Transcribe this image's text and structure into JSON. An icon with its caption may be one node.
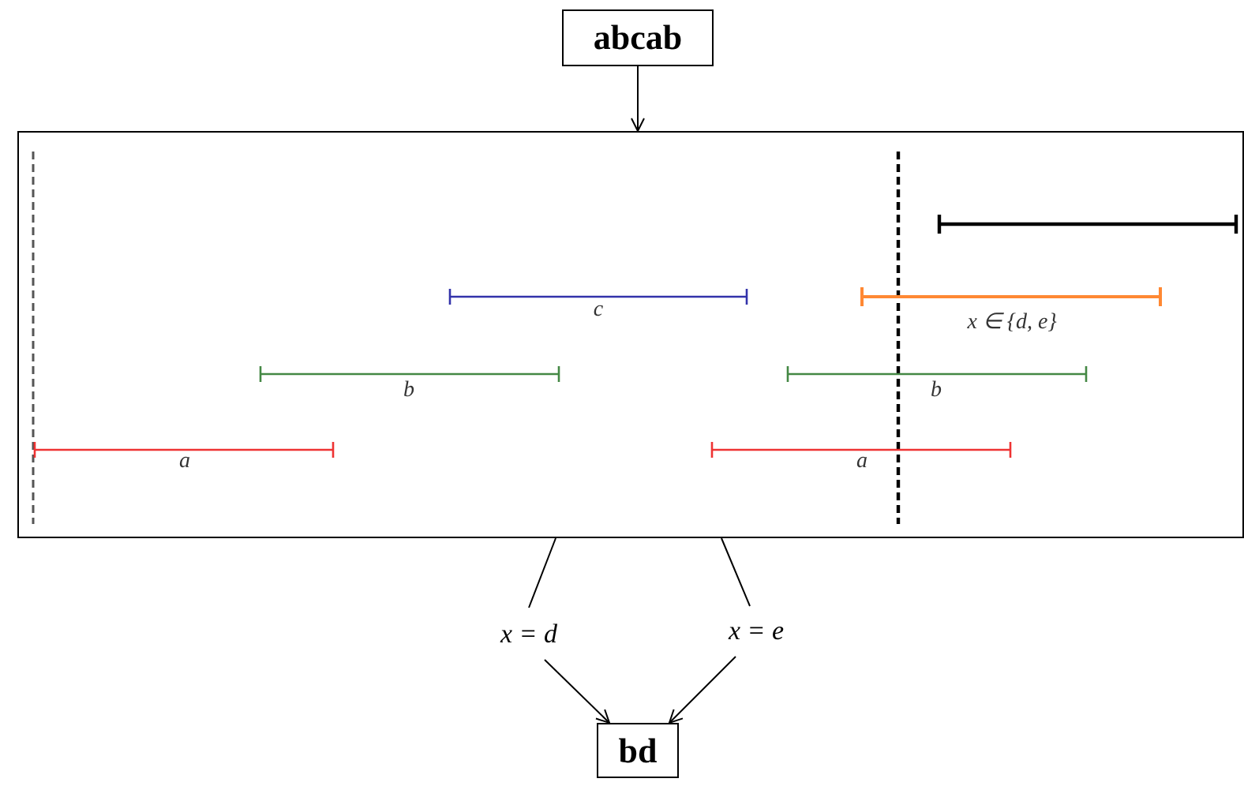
{
  "diagram": {
    "nodes": [
      {
        "text": [
          "abcab"
        ]
      },
      {
        "text": [],
        "shape": "box"
      },
      {
        "text": [
          "x = d"
        ]
      },
      {
        "text": [
          "x = e"
        ]
      },
      {
        "text": [
          "bd"
        ]
      }
    ],
    "edges": [
      {
        "from": 0,
        "to": 1,
        "arrow": "to"
      },
      {
        "from": 1,
        "to": 2,
        "arrow": "none"
      },
      {
        "from": 1,
        "to": 3,
        "arrow": "none"
      },
      {
        "from": 2,
        "to": 4,
        "arrow": "to"
      },
      {
        "from": 3,
        "to": 4,
        "arrow": "to"
      }
    ],
    "labels": [
      "c",
      "x ∈ {d, e}",
      "b",
      "b",
      "a",
      "a"
    ]
  }
}
